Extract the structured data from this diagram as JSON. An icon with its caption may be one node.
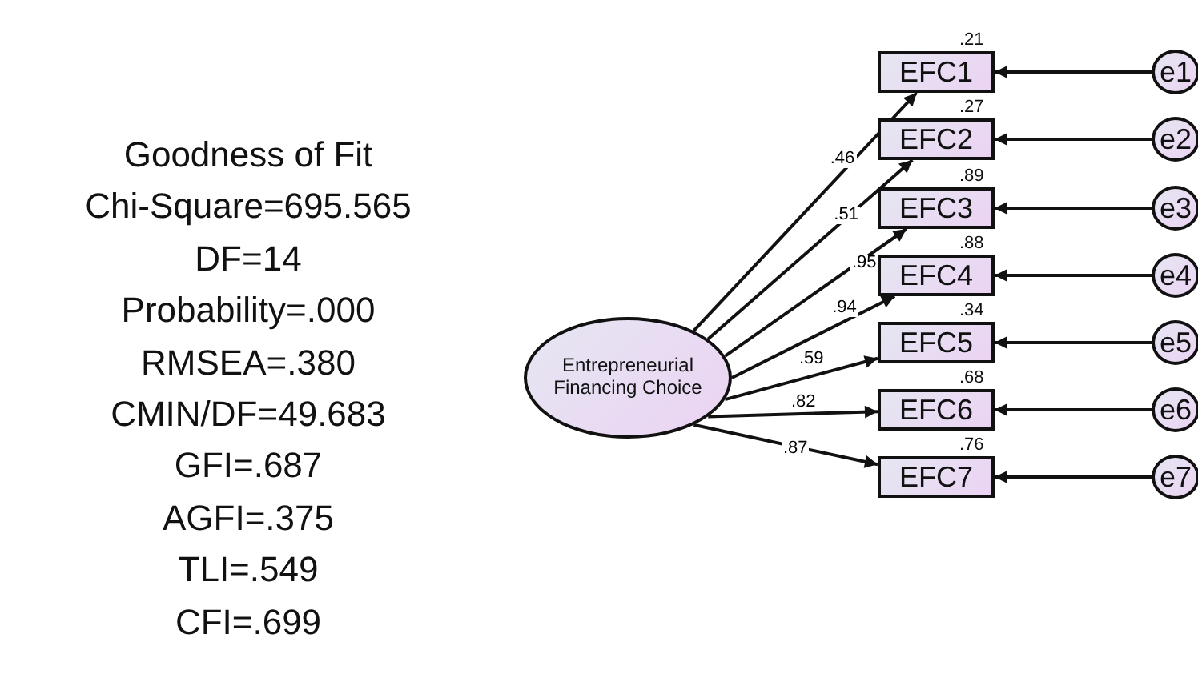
{
  "diagram": {
    "nodes": [
      {
        "text": [
          "Entrepreneurial Financing Choice"
        ]
      },
      {
        "text": [
          "EFC1"
        ],
        "beside": [
          ".21"
        ]
      },
      {
        "text": [
          "EFC2"
        ],
        "beside": [
          ".27"
        ]
      },
      {
        "text": [
          "EFC3"
        ],
        "beside": [
          ".89"
        ]
      },
      {
        "text": [
          "EFC4"
        ],
        "beside": [
          ".88"
        ]
      },
      {
        "text": [
          "EFC5"
        ],
        "beside": [
          ".34"
        ]
      },
      {
        "text": [
          "EFC6"
        ],
        "beside": [
          ".68"
        ]
      },
      {
        "text": [
          "EFC7"
        ],
        "beside": [
          ".76"
        ]
      },
      {
        "text": [
          "e1"
        ]
      },
      {
        "text": [
          "e2"
        ]
      },
      {
        "text": [
          "e3"
        ]
      },
      {
        "text": [
          "e4"
        ]
      },
      {
        "text": [
          "e5"
        ]
      },
      {
        "text": [
          "e6"
        ]
      },
      {
        "text": [
          "e7"
        ]
      }
    ],
    "edges": [
      {
        "from": 0,
        "to": 1,
        "arrow": "to",
        "label": ".46"
      },
      {
        "from": 0,
        "to": 2,
        "arrow": "to",
        "label": ".51"
      },
      {
        "from": 0,
        "to": 3,
        "arrow": "to",
        "label": ".95"
      },
      {
        "from": 0,
        "to": 4,
        "arrow": "to",
        "label": ".94"
      },
      {
        "from": 0,
        "to": 5,
        "arrow": "to",
        "label": ".59"
      },
      {
        "from": 0,
        "to": 6,
        "arrow": "to",
        "label": ".82"
      },
      {
        "from": 0,
        "to": 7,
        "arrow": "to",
        "label": ".87"
      },
      {
        "from": 8,
        "to": 1,
        "arrow": "to"
      },
      {
        "from": 9,
        "to": 2,
        "arrow": "to"
      },
      {
        "from": 10,
        "to": 3,
        "arrow": "to"
      },
      {
        "from": 11,
        "to": 4,
        "arrow": "to"
      },
      {
        "from": 12,
        "to": 5,
        "arrow": "to"
      },
      {
        "from": 13,
        "to": 6,
        "arrow": "to"
      },
      {
        "from": 14,
        "to": 7,
        "arrow": "to"
      }
    ],
    "labels": [
      "Goodness of Fit",
      "Chi-Square=695.565",
      "DF=14",
      "Probability=.000",
      "RMSEA=.380",
      "CMIN/DF=49.683",
      "GFI=.687",
      "AGFI=.375",
      "TLI=.549",
      "CFI=.699"
    ]
  }
}
